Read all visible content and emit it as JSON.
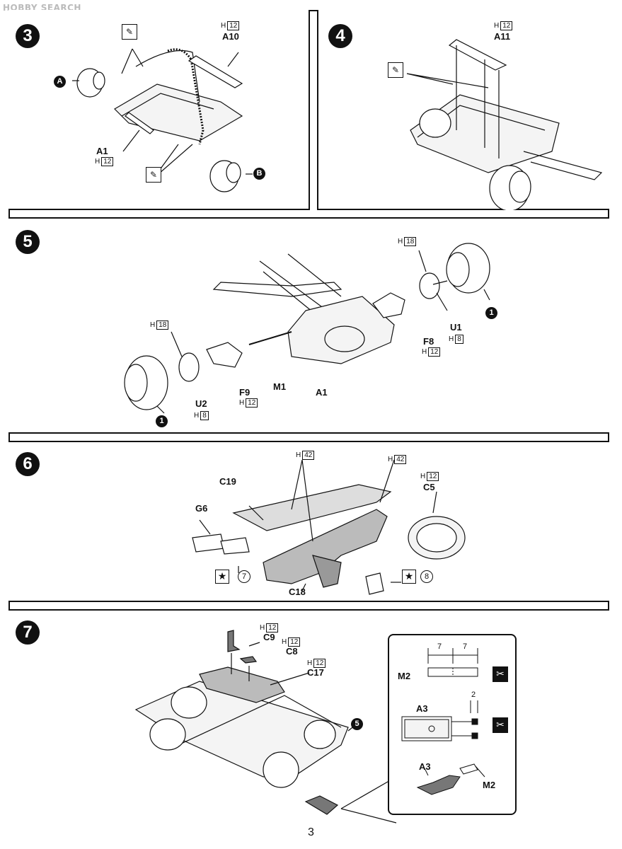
{
  "watermark": "HOBBY SEARCH",
  "page_number": "3",
  "steps": {
    "s3": {
      "number": "3",
      "parts": {
        "a10_code": "12",
        "a10": "A10",
        "a1": "A1",
        "a1_code": "12",
        "marker_a": "A",
        "marker_b": "B"
      }
    },
    "s4": {
      "number": "4",
      "parts": {
        "a11_code": "12",
        "a11": "A11"
      }
    },
    "s5": {
      "number": "5",
      "parts": {
        "h18_right": "18",
        "u1": "U1",
        "u1_code": "8",
        "f8": "F8",
        "f8_code": "12",
        "h18_left": "18",
        "u2": "U2",
        "u2_code": "8",
        "f9": "F9",
        "f9_code": "12",
        "m1": "M1",
        "a1": "A1",
        "marker_1": "1"
      }
    },
    "s6": {
      "number": "6",
      "parts": {
        "c19": "C19",
        "h42_left": "42",
        "h42_right": "42",
        "c5_code": "12",
        "c5": "C5",
        "g6": "G6",
        "c18": "C18",
        "decal_7": "7",
        "decal_8": "8"
      }
    },
    "s7": {
      "number": "7",
      "parts": {
        "c9_code": "12",
        "c9": "C9",
        "c8_code": "12",
        "c8": "C8",
        "c17_code": "12",
        "c17": "C17",
        "ref_step": "5"
      },
      "inset": {
        "m2": "M2",
        "dim_left": "7",
        "dim_right": "7",
        "a3_top": "A3",
        "dim_a3": "2",
        "a3_bottom": "A3",
        "m2_bottom": "M2"
      }
    }
  },
  "h_prefix": "H"
}
